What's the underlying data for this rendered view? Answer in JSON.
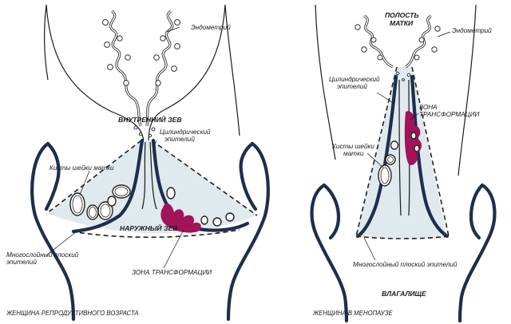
{
  "colors": {
    "zone_fill": "#dfe9ee",
    "transformation": "#a1145a",
    "wall": "#1f2d4e"
  },
  "left": {
    "endometrium": "Эндометрий",
    "internal_os": "ВНУТРЕННИЙ ЗЕВ",
    "columnar_line1": "Цилиндрический",
    "columnar_line2": "эпителий",
    "cysts": "Кисты шейки матки",
    "external_os": "НАРУЖНЫЙ ЗЕВ",
    "squamous_line1": "Многослойный плоский",
    "squamous_line2": "эпителий",
    "transformation_zone": "ЗОНА ТРАНСФОРМАЦИИ",
    "caption": "ЖЕНЩИНА РЕПРОДУКТИВНОГО ВОЗРАСТА"
  },
  "right": {
    "cavity_line1": "ПОЛОСТЬ",
    "cavity_line2": "МАТКИ",
    "endometrium": "Эндометрий",
    "columnar_line1": "Цилиндрический",
    "columnar_line2": "эпителий",
    "zone_line1": "ЗОНА",
    "zone_line2": "ТРАНСФОРМАЦИИ",
    "cysts_line1": "Кисты шейки",
    "cysts_line2": "матки",
    "squamous": "Многослойный плоский эпителий",
    "vagina": "ВЛАГАЛИЩЕ",
    "caption": "ЖЕНЩИНА В МЕНОПАУЗЕ"
  }
}
